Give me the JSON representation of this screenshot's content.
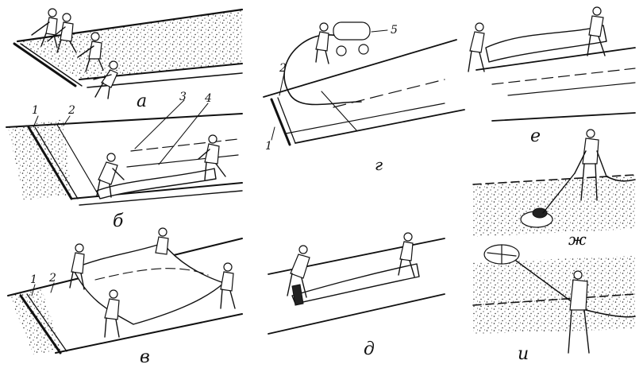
{
  "panels": {
    "a": {
      "letter": "а"
    },
    "b": {
      "letter": "б",
      "callouts": [
        "1",
        "2",
        "3",
        "4"
      ]
    },
    "v": {
      "letter": "в",
      "callouts": [
        "1",
        "2"
      ]
    },
    "g": {
      "letter": "г",
      "callouts": [
        "1",
        "2",
        "5"
      ]
    },
    "d": {
      "letter": "д"
    },
    "e": {
      "letter": "е"
    },
    "zh": {
      "letter": "ж"
    },
    "i": {
      "letter": "и"
    }
  },
  "colors": {
    "ink": "#111111",
    "paper": "#ffffff"
  }
}
